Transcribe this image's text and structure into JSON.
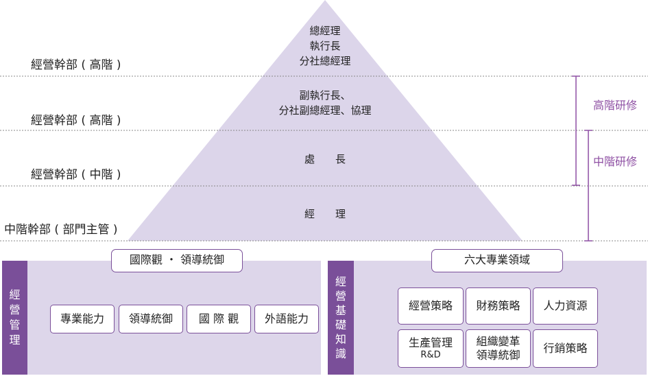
{
  "pyramid": {
    "levels": [
      {
        "label": "經營幹部 ( 高階 )",
        "title_lines": [
          "總經理",
          "執行長",
          "分社總經理"
        ]
      },
      {
        "label": "經營幹部 ( 高階 )",
        "title_lines": [
          "副執行長、",
          "分社副總經理、協理"
        ]
      },
      {
        "label": "經營幹部 ( 中階 )",
        "title_lines": [
          "處　　長"
        ]
      },
      {
        "label": "中階幹部 ( 部門主管 )",
        "title_lines": [
          "經　　理"
        ]
      }
    ],
    "brackets": [
      {
        "label": "高階研修"
      },
      {
        "label": "中階研修"
      }
    ]
  },
  "left_panel": {
    "tab_chars": [
      "經",
      "營",
      "管",
      "理"
    ],
    "header": "國際觀 ・ 領導統御",
    "skills": [
      "專業能力",
      "領導統御",
      "國 際 觀",
      "外語能力"
    ]
  },
  "right_panel": {
    "tab_chars": [
      "經",
      "營",
      "基",
      "礎",
      "知",
      "識"
    ],
    "header": "六大專業領域",
    "domains": [
      {
        "lines": [
          "經營策略"
        ]
      },
      {
        "lines": [
          "財務策略"
        ]
      },
      {
        "lines": [
          "人力資源"
        ]
      },
      {
        "lines": [
          "生產管理"
        ],
        "sub": "R&D"
      },
      {
        "lines": [
          "組織變革",
          "領導統御"
        ]
      },
      {
        "lines": [
          "行銷策略"
        ]
      }
    ]
  },
  "colors": {
    "pyramid_fill": "#dcd5ea",
    "panel_fill": "#ddd6ea",
    "accent": "#7a4f99",
    "bracket": "#8e4fa3"
  }
}
